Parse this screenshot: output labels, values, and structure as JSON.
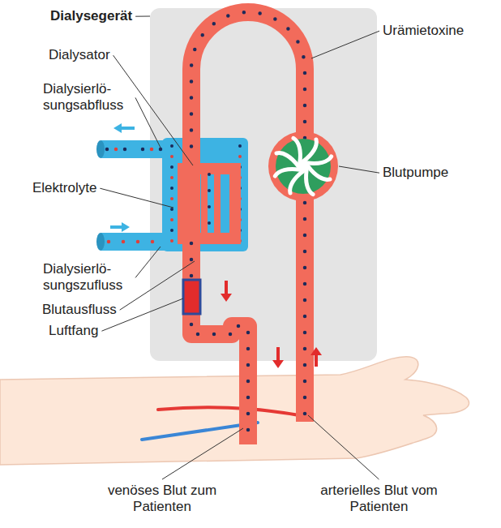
{
  "diagram": {
    "labels": [
      "Dialysegerät",
      "Dialysator",
      "Dialysierlö- sungsabfluss",
      "Elektrolyte",
      "Dialysierlö- sungszufluss",
      "Blutausfluss",
      "Luftfang",
      "Urämietoxine",
      "Blutpumpe",
      "venöses Blut zum Patienten",
      "arterielles Blut vom Patienten"
    ]
  }
}
